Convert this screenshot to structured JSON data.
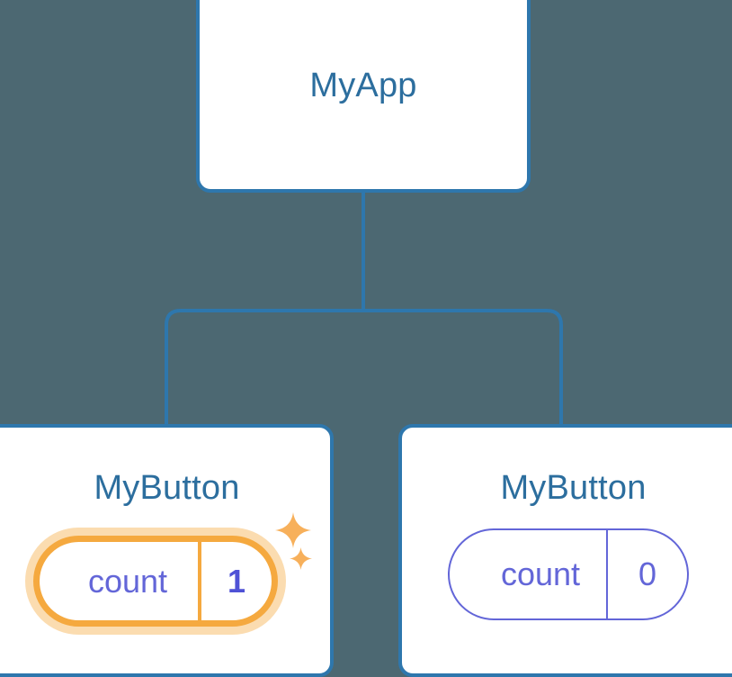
{
  "diagram": {
    "type": "component-tree",
    "background_color": "#4c6872",
    "title_color": "#2c6e9e",
    "card_border_color": "#2e77ad",
    "connector_color": "#2e77ad",
    "highlight_color": "#f5a93f",
    "highlight_glow_color": "#fbdcb0",
    "state_color": "#6366d8"
  },
  "root": {
    "label": "MyApp"
  },
  "children": [
    {
      "label": "MyButton",
      "state": {
        "key": "count",
        "value": "1"
      },
      "highlighted": true,
      "sparkles": [
        "sparkle-large-icon",
        "sparkle-small-icon"
      ]
    },
    {
      "label": "MyButton",
      "state": {
        "key": "count",
        "value": "0"
      },
      "highlighted": false,
      "sparkles": []
    }
  ]
}
